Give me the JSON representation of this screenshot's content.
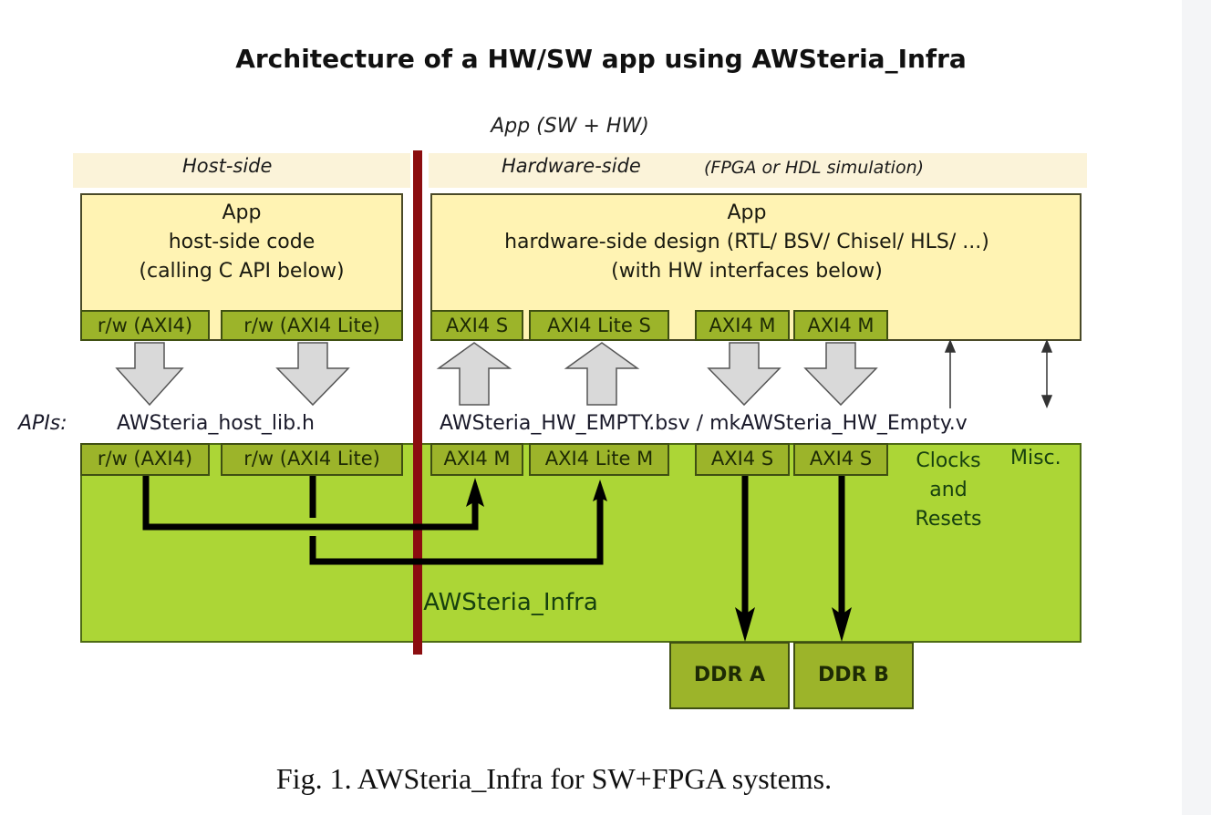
{
  "title": "Architecture of a HW/SW app using AWSteria_Infra",
  "app_group_label": "App (SW + HW)",
  "host_side": {
    "band_label": "Host-side",
    "app_box_lines": [
      "App",
      "host-side code",
      "(calling C API below)"
    ],
    "app_ports": [
      "r/w (AXI4)",
      "r/w (AXI4 Lite)"
    ],
    "api_file": "AWSteria_host_lib.h"
  },
  "hardware_side": {
    "band_label": "Hardware-side",
    "band_note": "(FPGA or HDL simulation)",
    "app_box_lines": [
      "App",
      "hardware-side design (RTL/ BSV/ Chisel/ HLS/ ...)",
      "(with HW interfaces below)"
    ],
    "app_ports": [
      "AXI4 S",
      "AXI4 Lite S",
      "AXI4 M",
      "AXI4 M"
    ],
    "api_file": "AWSteria_HW_EMPTY.bsv / mkAWSteria_HW_Empty.v"
  },
  "apis_label": "APIs:",
  "infra": {
    "label": "AWSteria_Infra",
    "host_ports": [
      "r/w (AXI4)",
      "r/w (AXI4 Lite)"
    ],
    "hw_ports": [
      "AXI4 M",
      "AXI4 Lite M",
      "AXI4 S",
      "AXI4 S"
    ],
    "clocks_lines": [
      "Clocks",
      "and",
      "Resets"
    ],
    "misc_label": "Misc."
  },
  "memories": [
    "DDR A",
    "DDR B"
  ],
  "caption": "Fig. 1.  AWSteria_Infra for SW+FPGA systems.",
  "colors": {
    "app_fill": "#fff3b3",
    "band_fill": "#fbf3d9",
    "port_fill": "#9cb42a",
    "infra_fill": "#acd636",
    "divider": "#8b0d10",
    "arrow_fill": "#d9d9d9"
  }
}
